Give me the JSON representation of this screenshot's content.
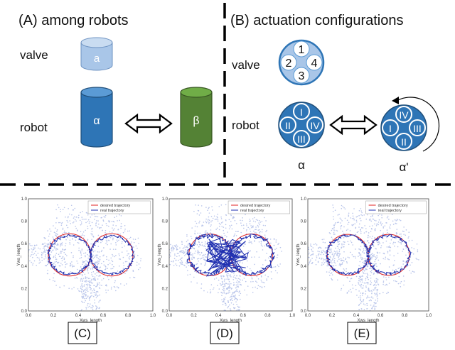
{
  "panel_a": {
    "heading": "(A) among robots",
    "valve_label": "valve",
    "robot_label": "robot",
    "valve_symbol": "a",
    "robot_alpha": "α",
    "robot_beta": "β"
  },
  "panel_b": {
    "heading": "(B) actuation configurations",
    "valve_label": "valve",
    "robot_label": "robot",
    "valve_ports": [
      "1",
      "2",
      "3",
      "4"
    ],
    "robot_alpha_ports": [
      "I",
      "II",
      "III",
      "IV"
    ],
    "robot_alpha_prime_ports": [
      "IV",
      "I",
      "II",
      "III"
    ],
    "alpha_label": "α",
    "alpha_prime_label": "α'"
  },
  "colors": {
    "valve_fill": "#a9c6e8",
    "robot_alpha_fill": "#2e75b6",
    "robot_beta_fill": "#548235",
    "port_fill": "#2e75b6",
    "scatter": "#b8c4ea",
    "desired": "#e02020",
    "real": "#2030b0"
  },
  "plots": [
    {
      "id": "C",
      "label": "(C)",
      "xlabel": "Xws_length",
      "ylabel": "Yws_length",
      "legend": [
        "desired trajectory",
        "real trajectory"
      ],
      "xticks": [
        "0.0",
        "0.2",
        "0.4",
        "0.6",
        "0.8",
        "1.0"
      ],
      "yticks": [
        "0.0",
        "0.2",
        "0.4",
        "0.6",
        "0.8",
        "1.0"
      ],
      "noise": 0.012,
      "chaos": false
    },
    {
      "id": "D",
      "label": "(D)",
      "xlabel": "Xws_length",
      "ylabel": "Yws_length",
      "legend": [
        "desired trajectory",
        "real trajectory"
      ],
      "xticks": [
        "0.0",
        "0.2",
        "0.4",
        "0.6",
        "0.8",
        "1.0"
      ],
      "yticks": [
        "0.0",
        "0.2",
        "0.4",
        "0.6",
        "0.8",
        "1.0"
      ],
      "noise": 0.02,
      "chaos": true
    },
    {
      "id": "E",
      "label": "(E)",
      "xlabel": "Xws_length",
      "ylabel": "Yws_length",
      "legend": [
        "desired trajectory",
        "real trajectory"
      ],
      "xticks": [
        "0.0",
        "0.2",
        "0.4",
        "0.6",
        "0.8",
        "1.0"
      ],
      "yticks": [
        "0.0",
        "0.2",
        "0.4",
        "0.6",
        "0.8",
        "1.0"
      ],
      "noise": 0.014,
      "chaos": false
    }
  ]
}
